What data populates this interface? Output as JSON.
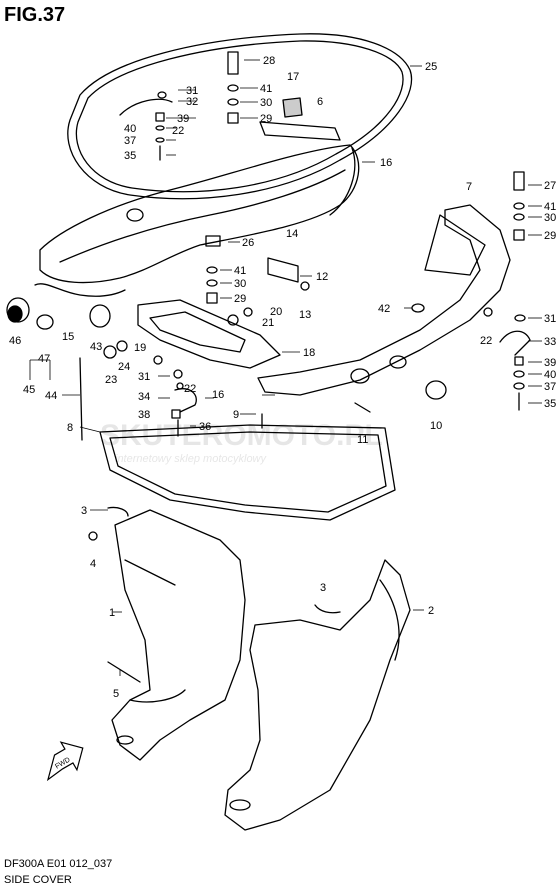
{
  "figure": {
    "title": "FIG.37",
    "code": "DF300A E01 012_037",
    "name": "SIDE COVER",
    "direction_mark": "FWD"
  },
  "watermark": {
    "brand": "SKUTEROMOTO.PL",
    "tagline": "internetowy sklep motocyklowy"
  },
  "callouts": [
    "1",
    "2",
    "3",
    "3",
    "4",
    "5",
    "6",
    "7",
    "8",
    "9",
    "10",
    "11",
    "12",
    "13",
    "14",
    "15",
    "16",
    "16",
    "17",
    "18",
    "19",
    "20",
    "21",
    "22",
    "22",
    "22",
    "23",
    "24",
    "25",
    "26",
    "27",
    "28",
    "29",
    "29",
    "29",
    "29",
    "30",
    "30",
    "30",
    "31",
    "31",
    "31",
    "32",
    "33",
    "34",
    "35",
    "35",
    "36",
    "37",
    "37",
    "38",
    "39",
    "39",
    "40",
    "40",
    "41",
    "41",
    "41",
    "42",
    "43",
    "44",
    "45",
    "46",
    "47"
  ]
}
